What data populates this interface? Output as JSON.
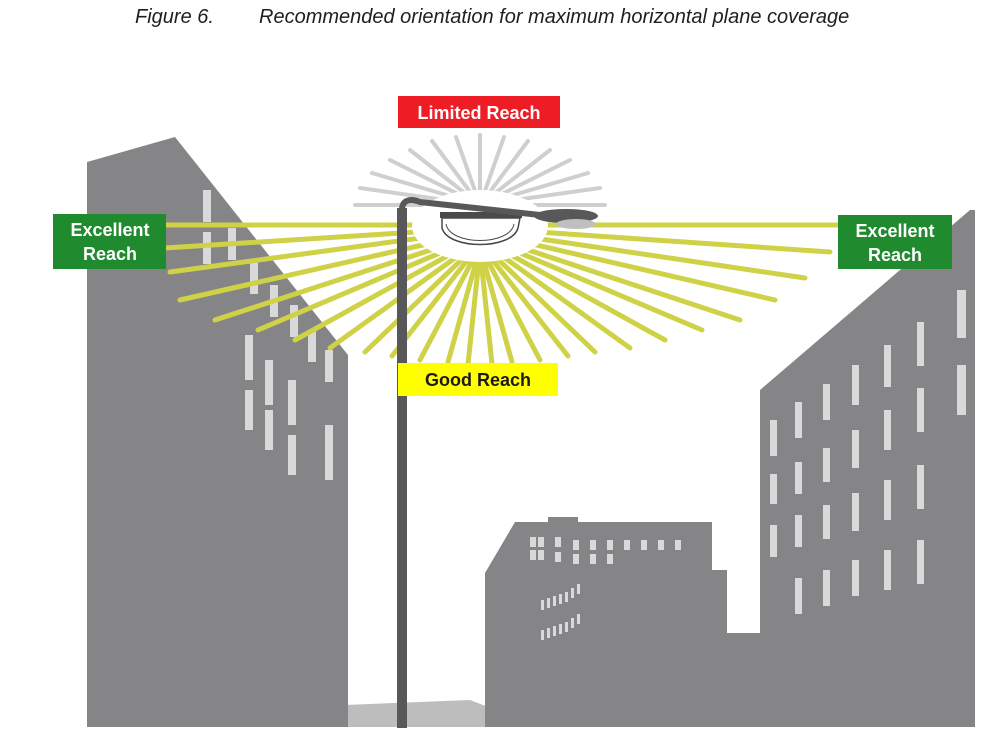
{
  "caption": {
    "figure_number": "Figure 6.",
    "title": "Recommended orientation for maximum horizontal plane coverage"
  },
  "labels": {
    "limited": {
      "text": "Limited Reach",
      "bg": "#ee1c24",
      "fg": "#ffffff"
    },
    "good": {
      "text": "Good Reach",
      "bg": "#ffff00",
      "fg": "#1a1a1a"
    },
    "excellent_left": {
      "line1": "Excellent",
      "line2": "Reach",
      "bg": "#1f8a2e",
      "fg": "#ffffff"
    },
    "excellent_right": {
      "line1": "Excellent",
      "line2": "Reach",
      "bg": "#1f8a2e",
      "fg": "#ffffff"
    }
  },
  "colors": {
    "building": "#858587",
    "window": "#d9d9d9",
    "ray_good": "#cfd146",
    "ray_limited": "#cfcfcf",
    "pole": "#58585a",
    "ground": "#bdbdbd"
  }
}
